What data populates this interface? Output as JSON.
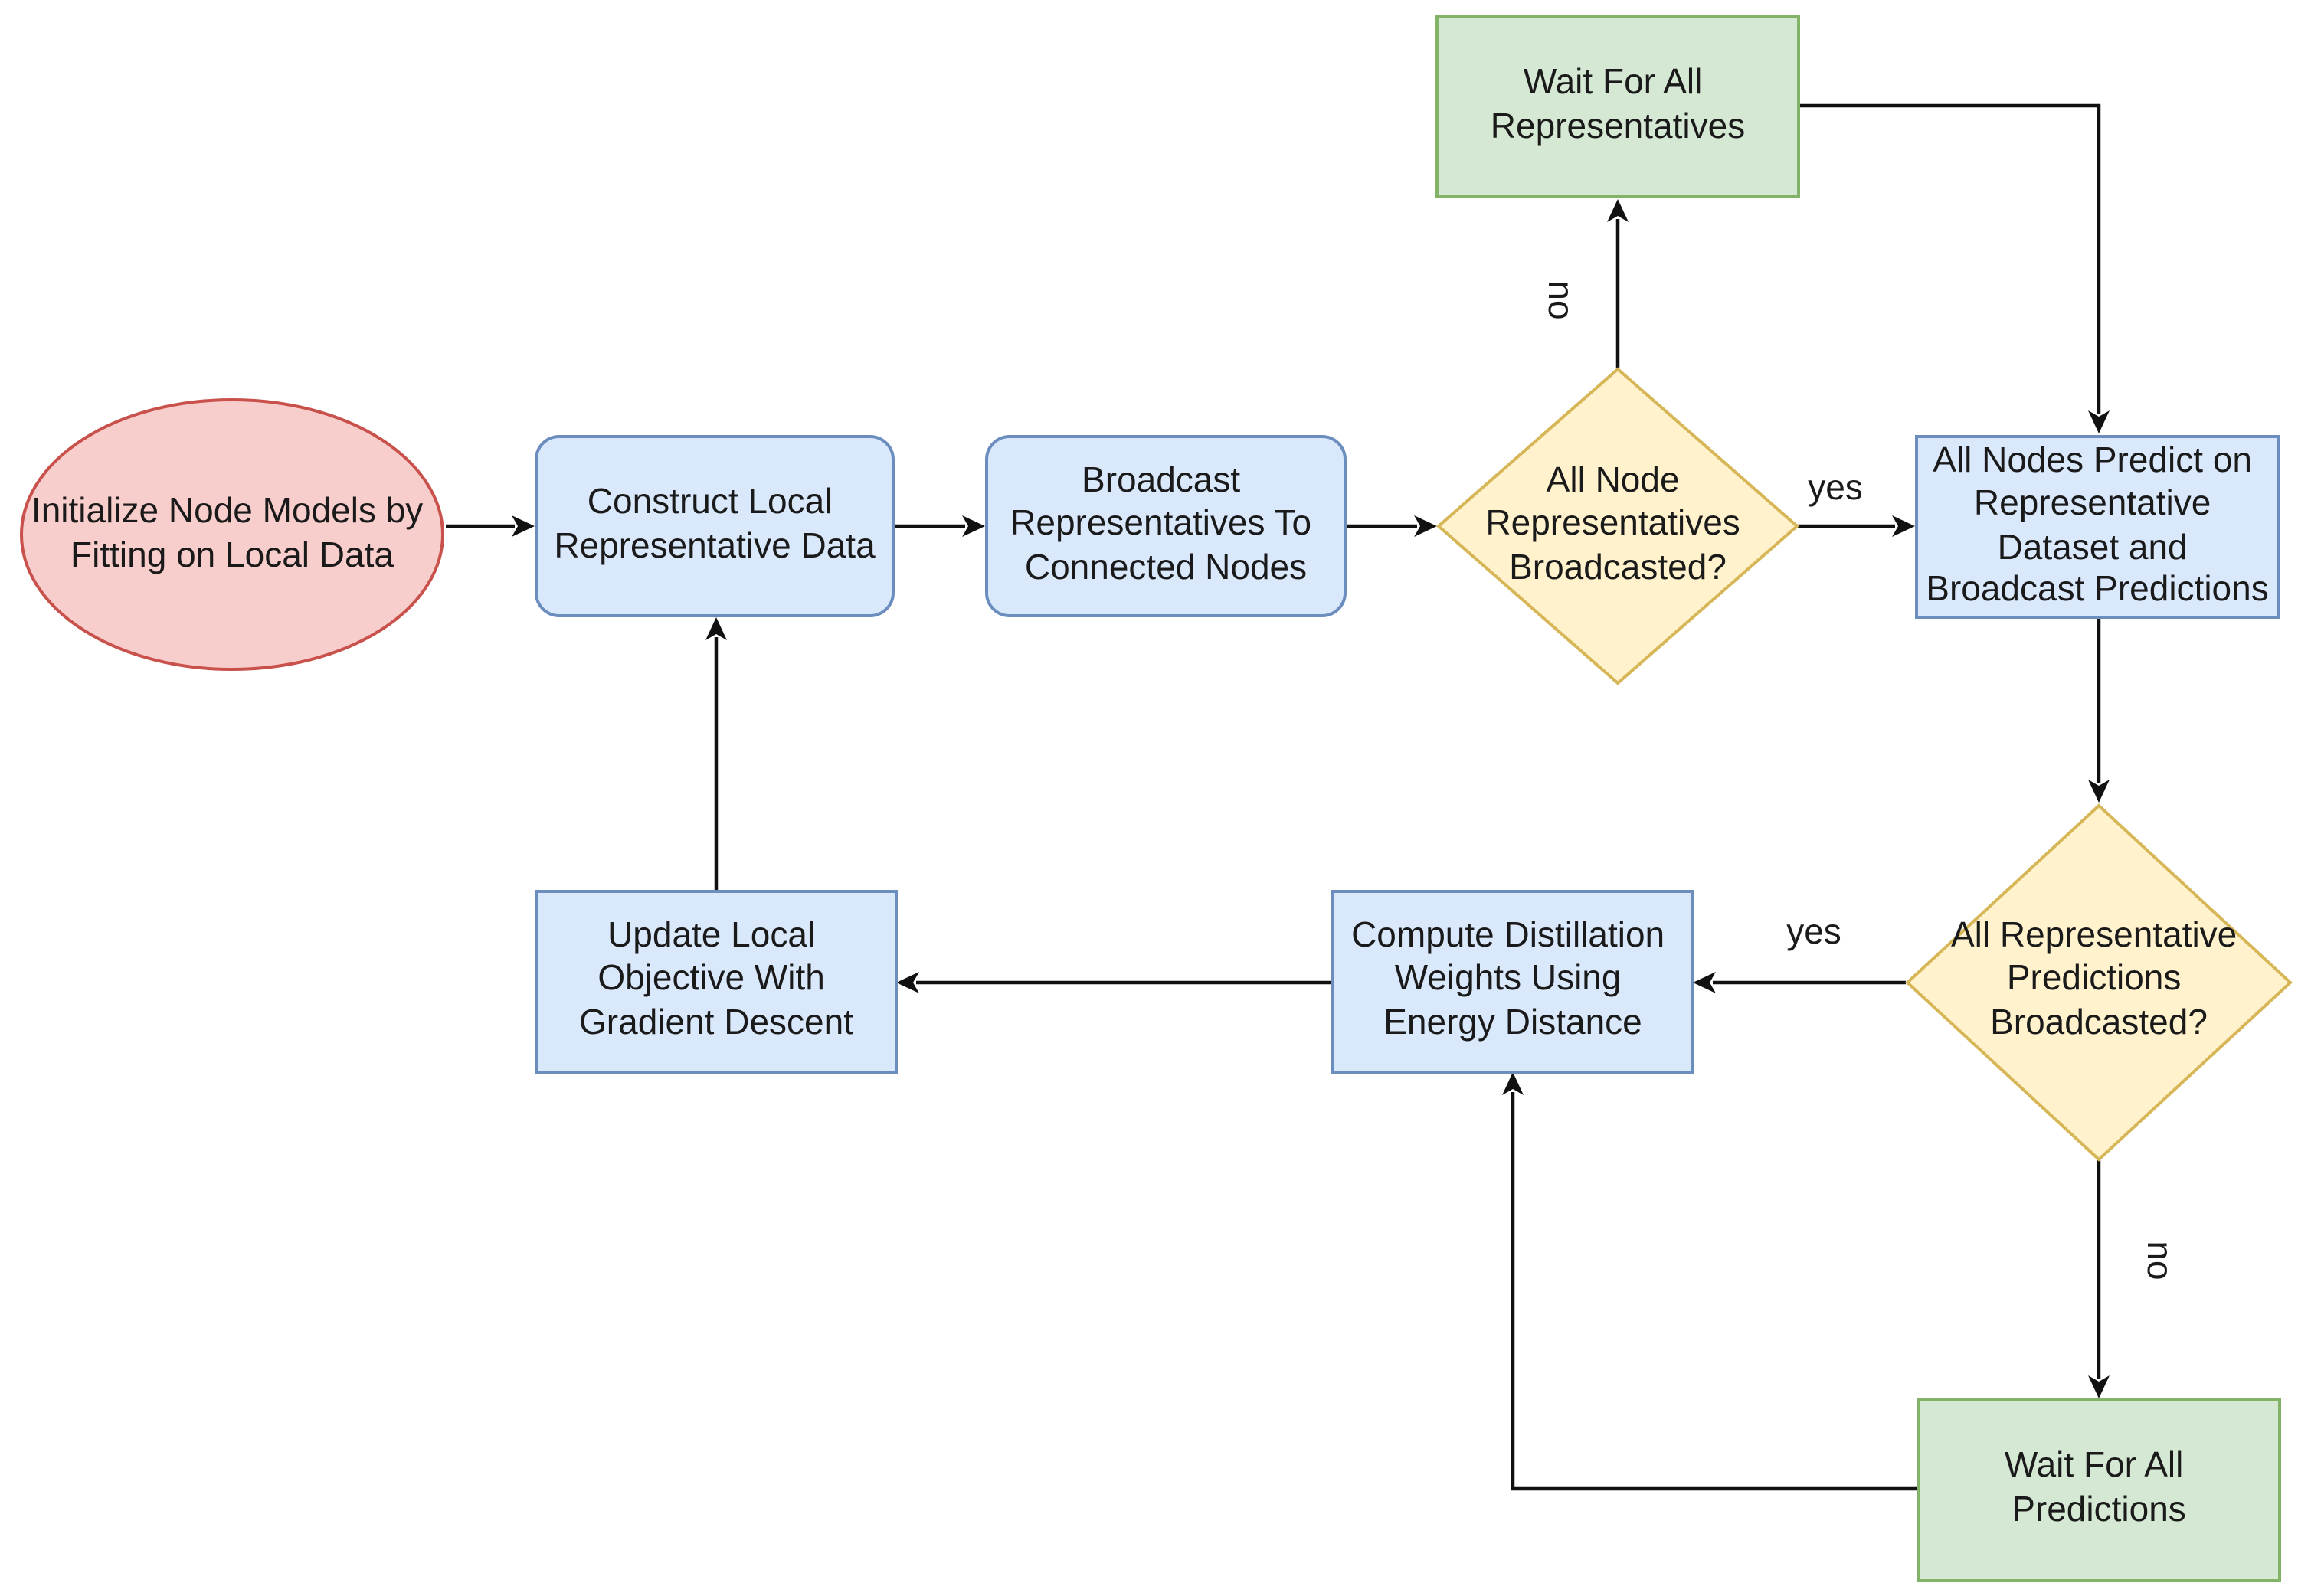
{
  "colors": {
    "ellipse_fill": "#f8cecc",
    "ellipse_stroke": "#c9514b",
    "process_fill": "#dae8fc",
    "process_stroke": "#6c8ebf",
    "decision_fill": "#fff2cc",
    "decision_stroke": "#d6b656",
    "wait_fill": "#d5e8d4",
    "wait_stroke": "#82b366",
    "line": "#111111"
  },
  "nodes": {
    "init": {
      "lines": [
        "Initialize Node Models by",
        "Fitting on Local Data"
      ]
    },
    "construct": {
      "lines": [
        "Construct Local",
        "Representative Data"
      ]
    },
    "broadcast": {
      "lines": [
        "Broadcast",
        "Representatives To",
        "Connected Nodes"
      ]
    },
    "decision1": {
      "lines": [
        "All Node",
        "Representatives",
        "Broadcasted?"
      ]
    },
    "wait_reps": {
      "lines": [
        "Wait For All",
        "Representatives"
      ]
    },
    "predict": {
      "lines": [
        "All Nodes Predict on",
        "Representative",
        "Dataset and",
        "Broadcast Predictions"
      ]
    },
    "decision2": {
      "lines": [
        "All Representative",
        "Predictions",
        "Broadcasted?"
      ]
    },
    "wait_preds": {
      "lines": [
        "Wait For All",
        "Predictions"
      ]
    },
    "compute": {
      "lines": [
        "Compute Distillation",
        "Weights Using",
        "Energy Distance"
      ]
    },
    "update": {
      "lines": [
        "Update Local",
        "Objective With",
        "Gradient Descent"
      ]
    }
  },
  "edge_labels": {
    "d1_no": "no",
    "d1_yes": "yes",
    "d2_yes": "yes",
    "d2_no": "no"
  }
}
